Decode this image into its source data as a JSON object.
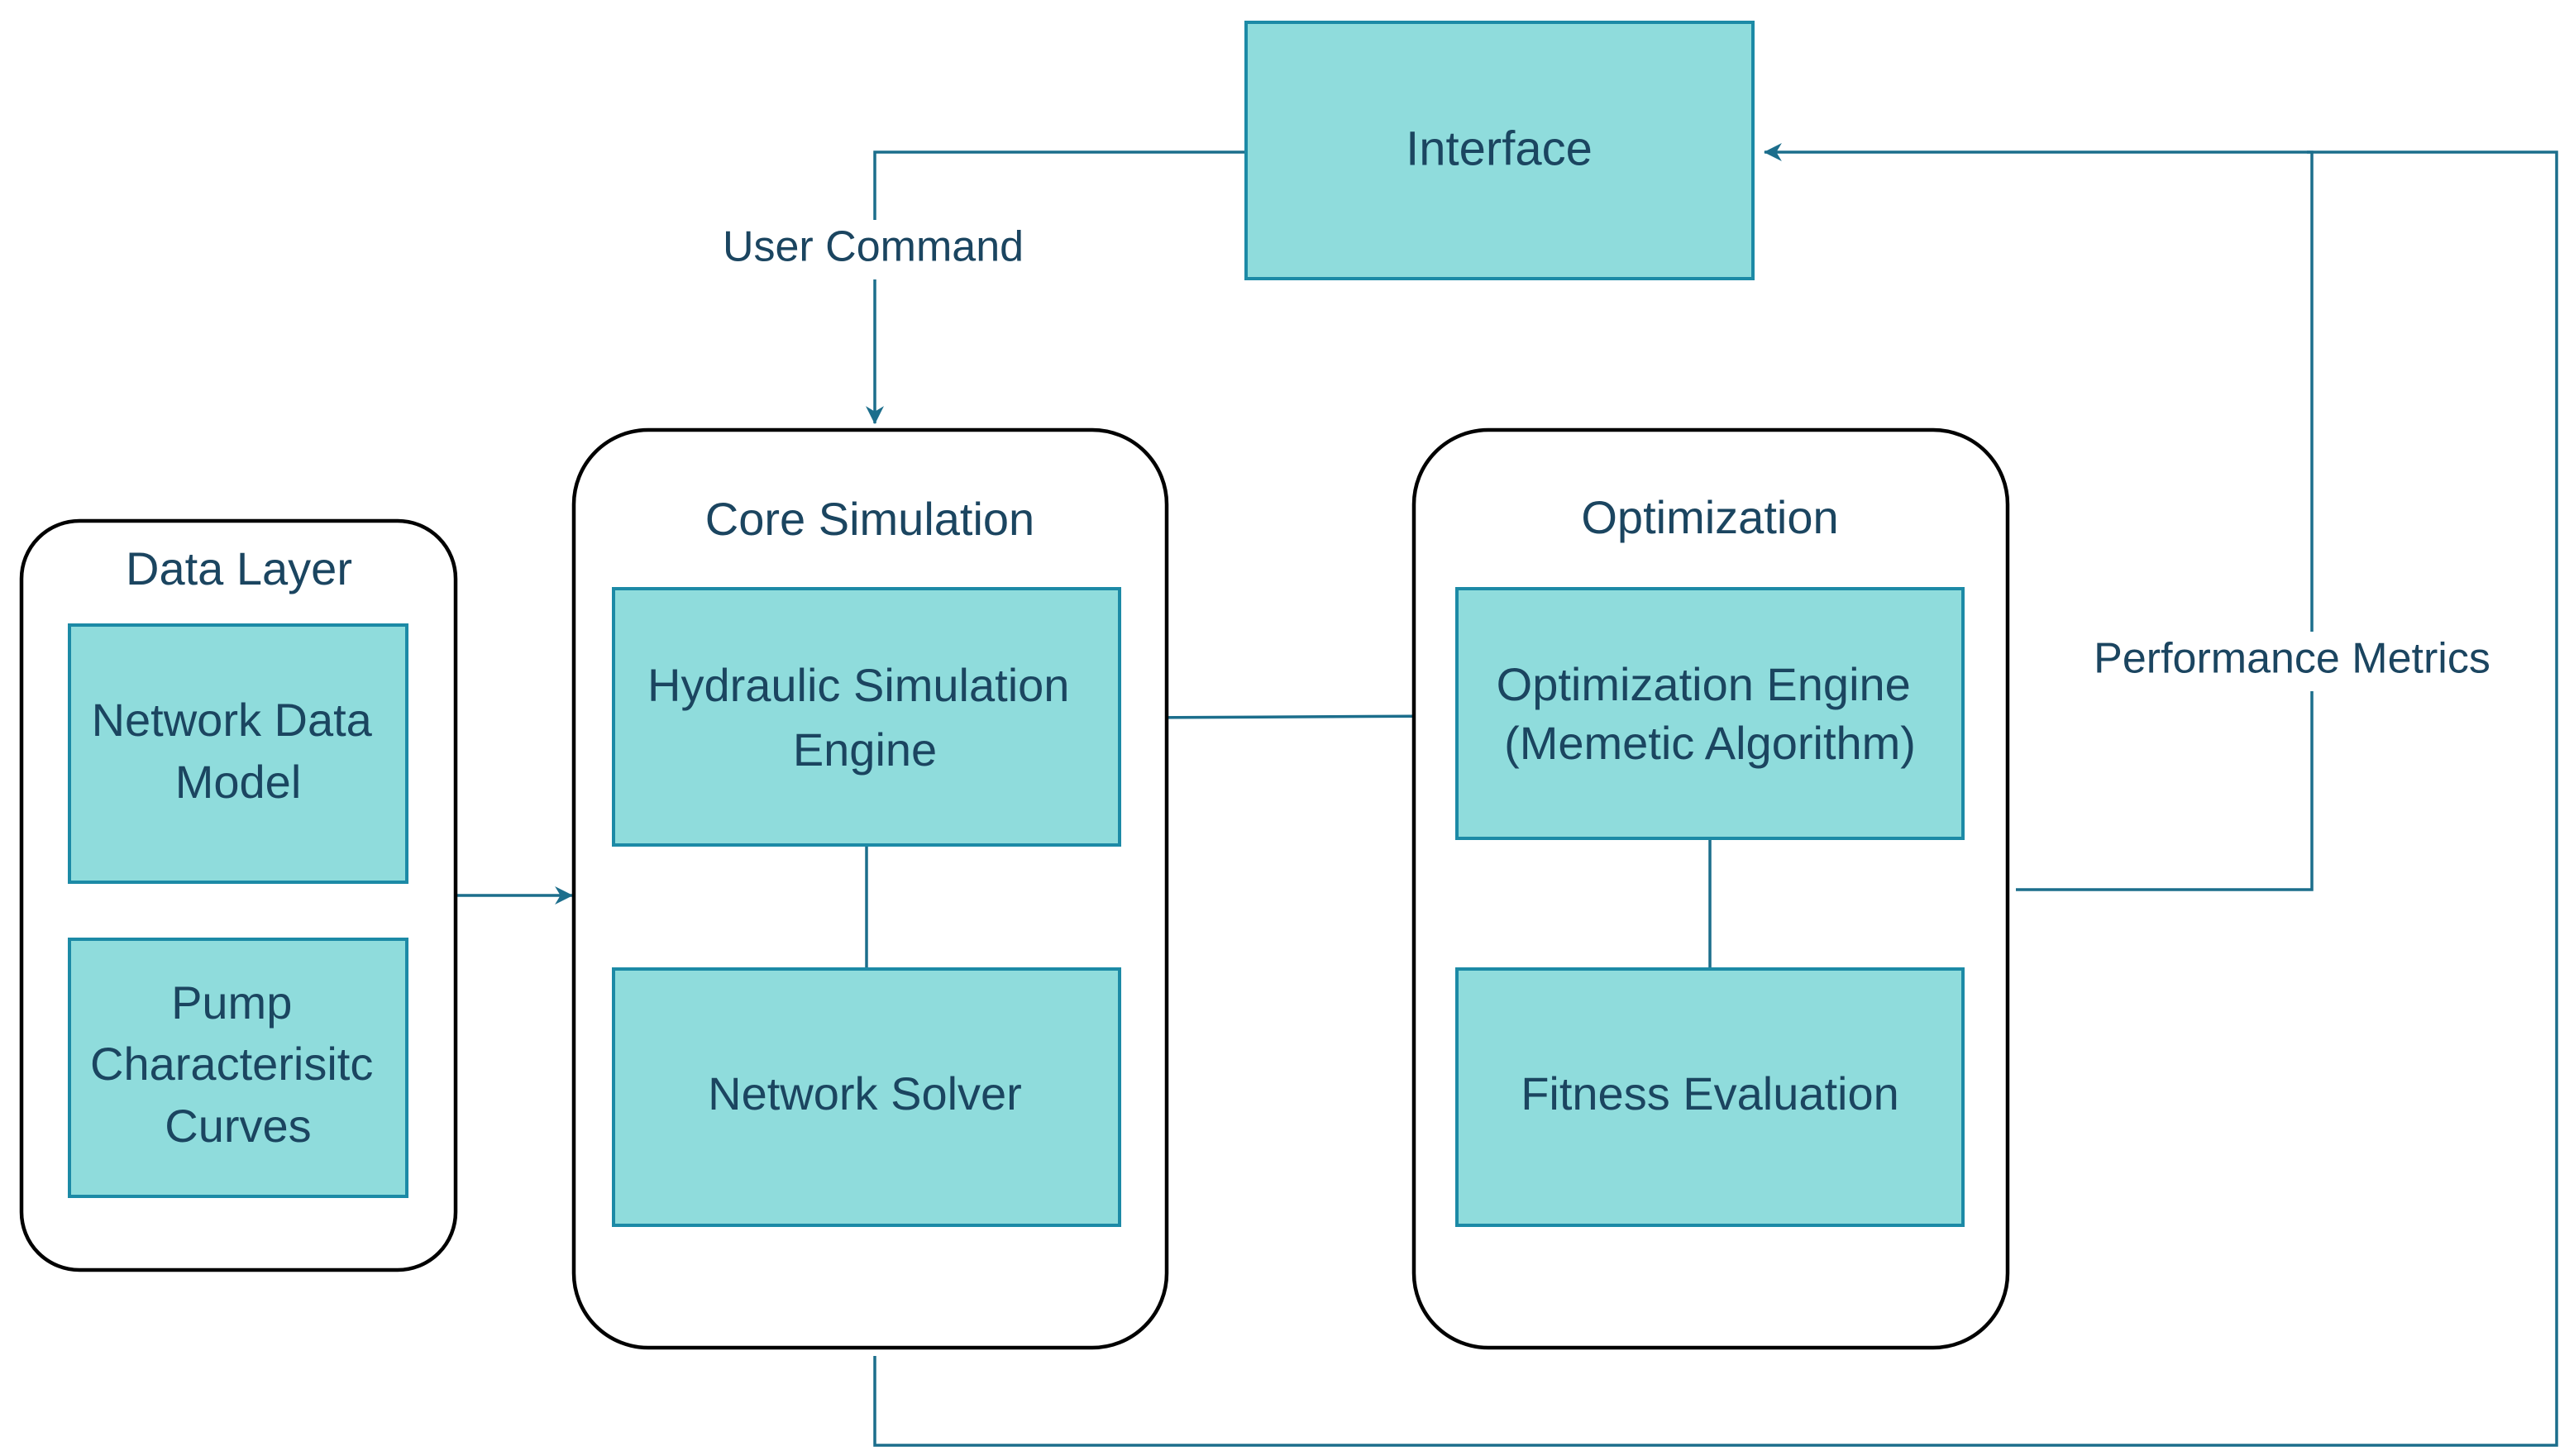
{
  "colors": {
    "node_fill": "#8fdcdc",
    "node_stroke": "#1c8aa6",
    "edge": "#1c6e8c",
    "text": "#1b4560",
    "group_stroke": "#000000"
  },
  "nodes": {
    "interface": "Interface",
    "hydraulic_engine": [
      "Hydraulic Simulation",
      "Engine"
    ],
    "network_solver": "Network Solver",
    "optimization_engine": [
      "Optimization Engine",
      "(Memetic Algorithm)"
    ],
    "fitness_evaluation": "Fitness Evaluation",
    "network_data_model": [
      "Network Data",
      "Model"
    ],
    "pump_curves": [
      "Pump",
      "Characterisitc",
      "Curves"
    ]
  },
  "groups": {
    "data_layer": "Data Layer",
    "core_simulation": "Core Simulation",
    "optimization": "Optimization"
  },
  "edge_labels": {
    "user_command": "User Command",
    "performance_metrics": "Performance Metrics"
  }
}
